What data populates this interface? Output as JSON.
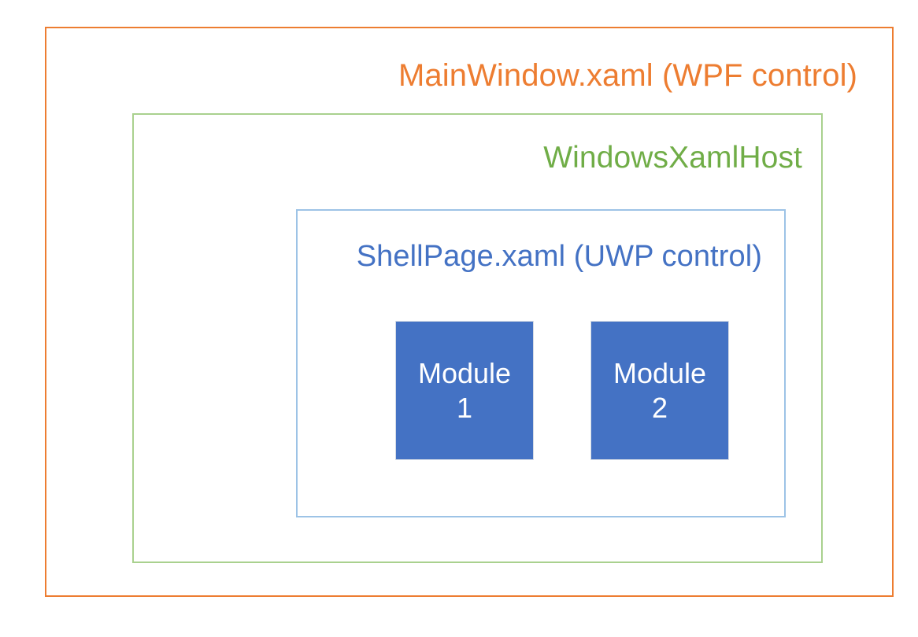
{
  "diagram": {
    "title": "MainWindow.xaml (WPF control)",
    "layers": [
      {
        "id": "main-window",
        "label": "MainWindow.xaml (WPF control)",
        "color": "#ED7D31"
      },
      {
        "id": "windows-xaml-host",
        "label": "WindowsXamlHost",
        "color": "#70AD47",
        "border_color": "#A9D18E"
      },
      {
        "id": "shell-page",
        "label": "ShellPage.xaml (UWP control)",
        "color": "#4472C4",
        "border_color": "#9DC3E6"
      }
    ],
    "modules": [
      {
        "id": "module-1",
        "name_line_1": "Module",
        "name_line_2": "1",
        "fill": "#4472C4",
        "text_color": "#FFFFFF"
      },
      {
        "id": "module-2",
        "name_line_1": "Module",
        "name_line_2": "2",
        "fill": "#4472C4",
        "text_color": "#FFFFFF"
      }
    ],
    "background": "#FFFFFF"
  }
}
